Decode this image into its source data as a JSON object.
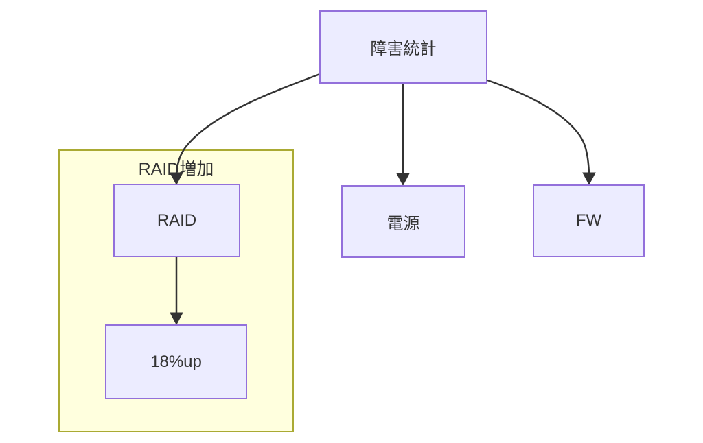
{
  "diagram": {
    "type": "flowchart",
    "direction": "top-down",
    "nodes": [
      {
        "id": "stats",
        "label": "障害統計"
      },
      {
        "id": "raid",
        "label": "RAID"
      },
      {
        "id": "up",
        "label": "18%up"
      },
      {
        "id": "power",
        "label": "電源"
      },
      {
        "id": "fw",
        "label": "FW"
      }
    ],
    "cluster": {
      "label": "RAID増加",
      "children": [
        "raid",
        "up"
      ]
    },
    "edges": [
      {
        "from": "障害統計",
        "to": "RAID",
        "style": "curved-arrow"
      },
      {
        "from": "障害統計",
        "to": "電源",
        "style": "straight-arrow"
      },
      {
        "from": "障害統計",
        "to": "FW",
        "style": "curved-arrow"
      },
      {
        "from": "RAID",
        "to": "18%up",
        "style": "straight-arrow"
      }
    ],
    "colors": {
      "node_fill": "#ececff",
      "node_border": "#9370db",
      "cluster_fill": "#ffffde",
      "cluster_border": "#aaaa33",
      "edge_stroke": "#333333",
      "text": "#333333",
      "background": "#ffffff"
    }
  }
}
